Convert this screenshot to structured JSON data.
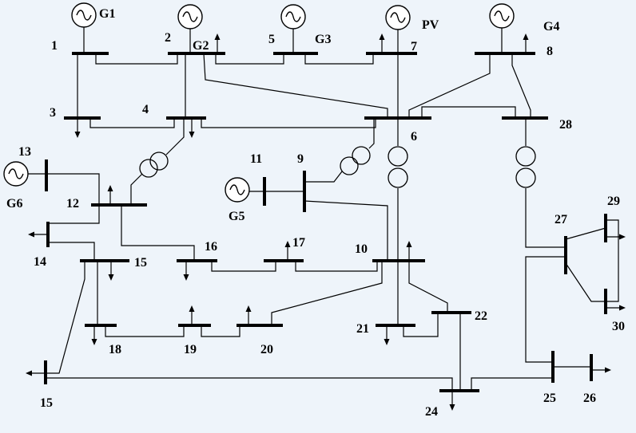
{
  "bus_labels": {
    "b1": "1",
    "b2": "2",
    "b3": "3",
    "b4": "4",
    "b5": "5",
    "b6": "6",
    "b7": "7",
    "b8": "8",
    "b9": "9",
    "b10": "10",
    "b11": "11",
    "b12": "12",
    "b13": "13",
    "b14": "14",
    "b15": "15",
    "b15b": "15",
    "b16": "16",
    "b17": "17",
    "b18": "18",
    "b19": "19",
    "b20": "20",
    "b21": "21",
    "b22": "22",
    "b24": "24",
    "b25": "25",
    "b26": "26",
    "b27": "27",
    "b28": "28",
    "b29": "29",
    "b30": "30"
  },
  "generator_labels": {
    "g1": "G1",
    "g2": "G2",
    "g3": "G3",
    "g4": "G4",
    "g5": "G5",
    "g6": "G6",
    "pv": "PV"
  }
}
